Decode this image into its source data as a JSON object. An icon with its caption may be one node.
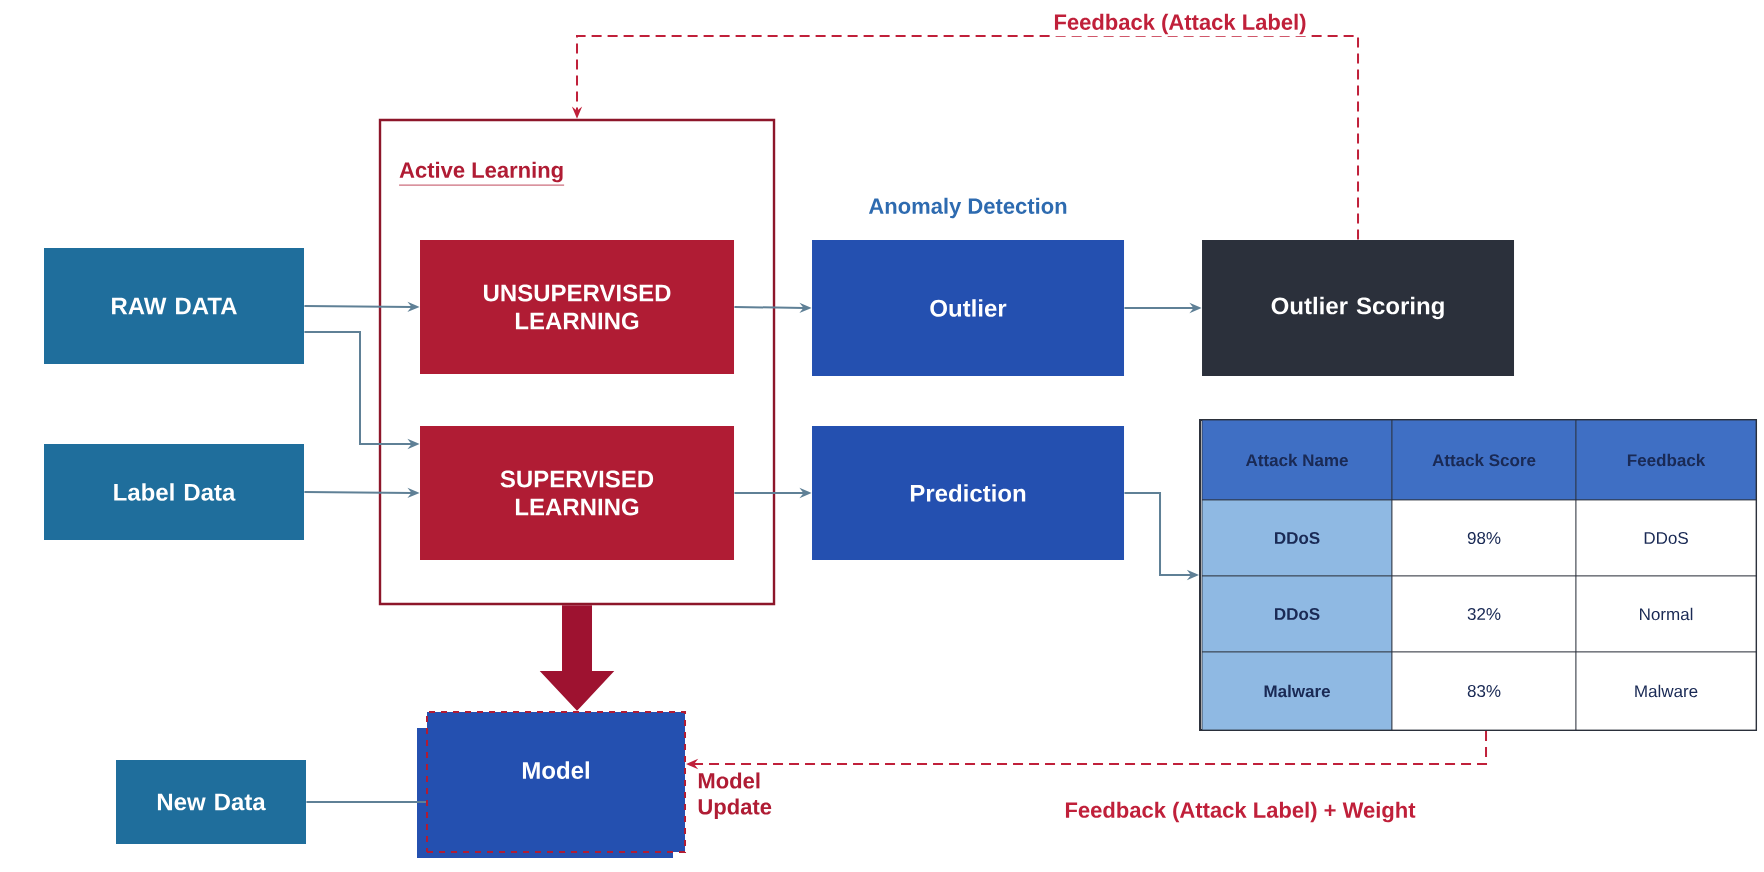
{
  "diagram": {
    "nodes": [
      {
        "text": [
          "Active Learning"
        ]
      },
      {
        "text": [
          "RAW DATA"
        ]
      },
      {
        "text": [
          "Label Data"
        ]
      },
      {
        "text": [
          "UNSUPERVISED LEARNING"
        ],
        "in": 0
      },
      {
        "text": [
          "SUPERVISED LEARNING"
        ],
        "in": 0
      },
      {
        "text": [
          "Outlier"
        ]
      },
      {
        "text": [
          "Outlier Scoring"
        ]
      },
      {
        "text": [
          "Prediction"
        ]
      },
      {
        "text": [
          "Attack Name",
          "Attack Score",
          "Feedback",
          "DDoS",
          "98%",
          "DDoS",
          "DDoS",
          "32%",
          "Normal",
          "Malware",
          "83%",
          "Malware"
        ]
      },
      {
        "text": [
          "Model"
        ],
        "beside": [
          "Model Update"
        ]
      },
      {
        "text": [
          "New Data"
        ]
      }
    ],
    "edges": [
      {
        "from": 1,
        "to": 3,
        "arrow": "to"
      },
      {
        "from": 1,
        "to": 4,
        "arrow": "to"
      },
      {
        "from": 2,
        "to": 4,
        "arrow": "to"
      },
      {
        "from": 3,
        "to": 5,
        "arrow": "to"
      },
      {
        "from": 4,
        "to": 7,
        "arrow": "to"
      },
      {
        "from": 5,
        "to": 6,
        "arrow": "to"
      },
      {
        "from": 6,
        "to": 0,
        "arrow": "to",
        "label": "Feedback (Attack Label)",
        "style": "dashed",
        "color": "#c0203a"
      },
      {
        "from": 7,
        "to": 8,
        "arrow": "to"
      },
      {
        "from": 8,
        "to": 9,
        "arrow": "to",
        "label": "Feedback (Attack Label) + Weight",
        "style": "dashed",
        "color": "#c0203a"
      },
      {
        "from": 0,
        "to": 9,
        "arrow": "to",
        "style": "thick",
        "color": "#9e1230"
      },
      {
        "from": 10,
        "to": 9,
        "arrow": "none"
      }
    ],
    "labels": [
      "Anomaly Detection"
    ]
  }
}
